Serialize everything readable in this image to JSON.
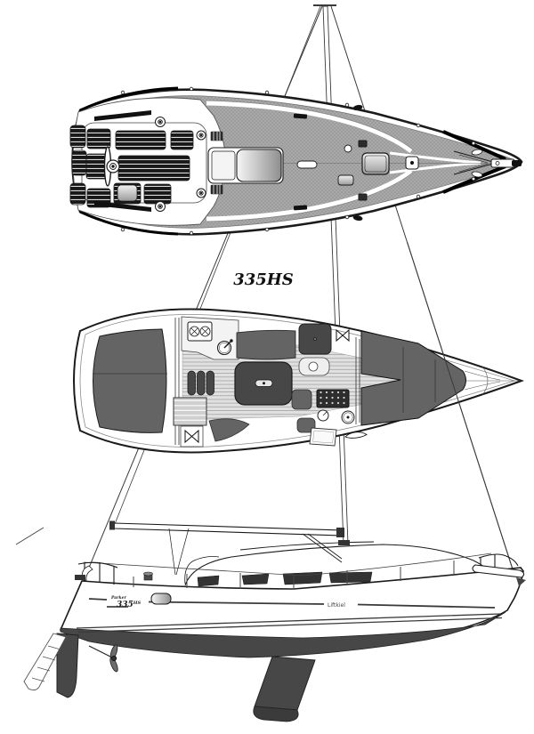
{
  "drawing": {
    "model_label": "335HS",
    "hull_logo_brand": "Parker",
    "hull_logo_model": "335",
    "hull_logo_suffix": "HS",
    "keel_type_label": "Liftkiel"
  },
  "colors": {
    "paper": "#ffffff",
    "ink": "#1b1b1b",
    "deck_texture": "#ababab",
    "deck_texture_hatch": "#939393",
    "cushion_gray": "#646464",
    "dark_gray": "#474747",
    "teak_dark": "#181818",
    "metal_light": "#e9e9e9"
  }
}
